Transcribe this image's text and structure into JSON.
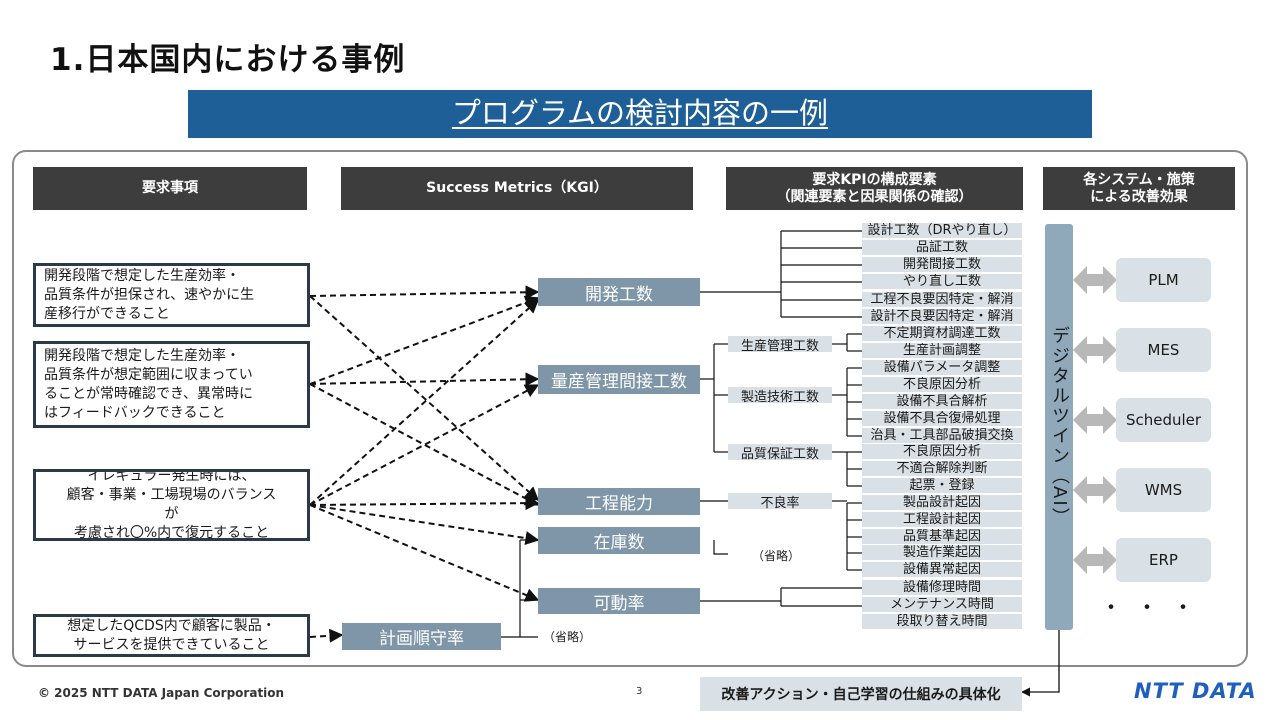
{
  "slide": {
    "title": "1.日本国内における事例",
    "banner": "プログラムの検討内容の一例",
    "footer": "© 2025 NTT DATA Japan Corporation",
    "page_number": "3",
    "logo": "NTT DATA"
  },
  "headers": {
    "requirements": "要求事項",
    "kgi": "Success Metrics（KGI）",
    "kpi_line1": "要求KPIの構成要素",
    "kpi_line2": "（関連要素と因果関係の確認）",
    "effects_line1": "各システム・施策",
    "effects_line2": "による改善効果"
  },
  "requirements": [
    {
      "lines": [
        "開発段階で想定した生産効率・",
        "品質条件が担保され、速やかに生",
        "産移行ができること"
      ]
    },
    {
      "lines": [
        "開発段階で想定した生産効率・",
        "品質条件が想定範囲に収まってい",
        "ることが常時確認でき、異常時に",
        "はフィードバックできること"
      ]
    },
    {
      "lines": [
        "イレギュラー発生時には、",
        "顧客・事業・工場現場のバランス",
        "が",
        "考慮され〇%内で復元すること"
      ]
    },
    {
      "lines": [
        "想定したQCDS内で顧客に製品・",
        "サービスを提供できていること"
      ]
    }
  ],
  "kgi": {
    "dev": "開発工数",
    "mass": "量産管理間接工数",
    "capability": "工程能力",
    "inventory": "在庫数",
    "uptime": "可動率",
    "schedule": "計画順守率"
  },
  "intermediate": {
    "prod_mgmt": "生産管理工数",
    "mfg_tech": "製造技術工数",
    "qa": "品質保証工数",
    "defect_rate": "不良率"
  },
  "omitted": "（省略）",
  "kpi_items": [
    "設計工数（DRやり直し）",
    "品証工数",
    "開発間接工数",
    "やり直し工数",
    "工程不良要因特定・解消",
    "設計不良要因特定・解消",
    "不定期資材調達工数",
    "生産計画調整",
    "設備パラメータ調整",
    "不良原因分析",
    "設備不具合解析",
    "設備不具合復帰処理",
    "治具・工具部品破損交換",
    "不良原因分析",
    "不適合解除判断",
    "起票・登録",
    "製品設計起因",
    "工程設計起因",
    "品質基準起因",
    "製造作業起因",
    "設備異常起因",
    "設備修理時間",
    "メンテナンス時間",
    "段取り替え時間"
  ],
  "digital_twin": "デジタルツイン（AI）",
  "systems": [
    "PLM",
    "MES",
    "Scheduler",
    "WMS",
    "ERP"
  ],
  "more": "・・・",
  "action": "改善アクション・自己学習の仕組みの具体化"
}
